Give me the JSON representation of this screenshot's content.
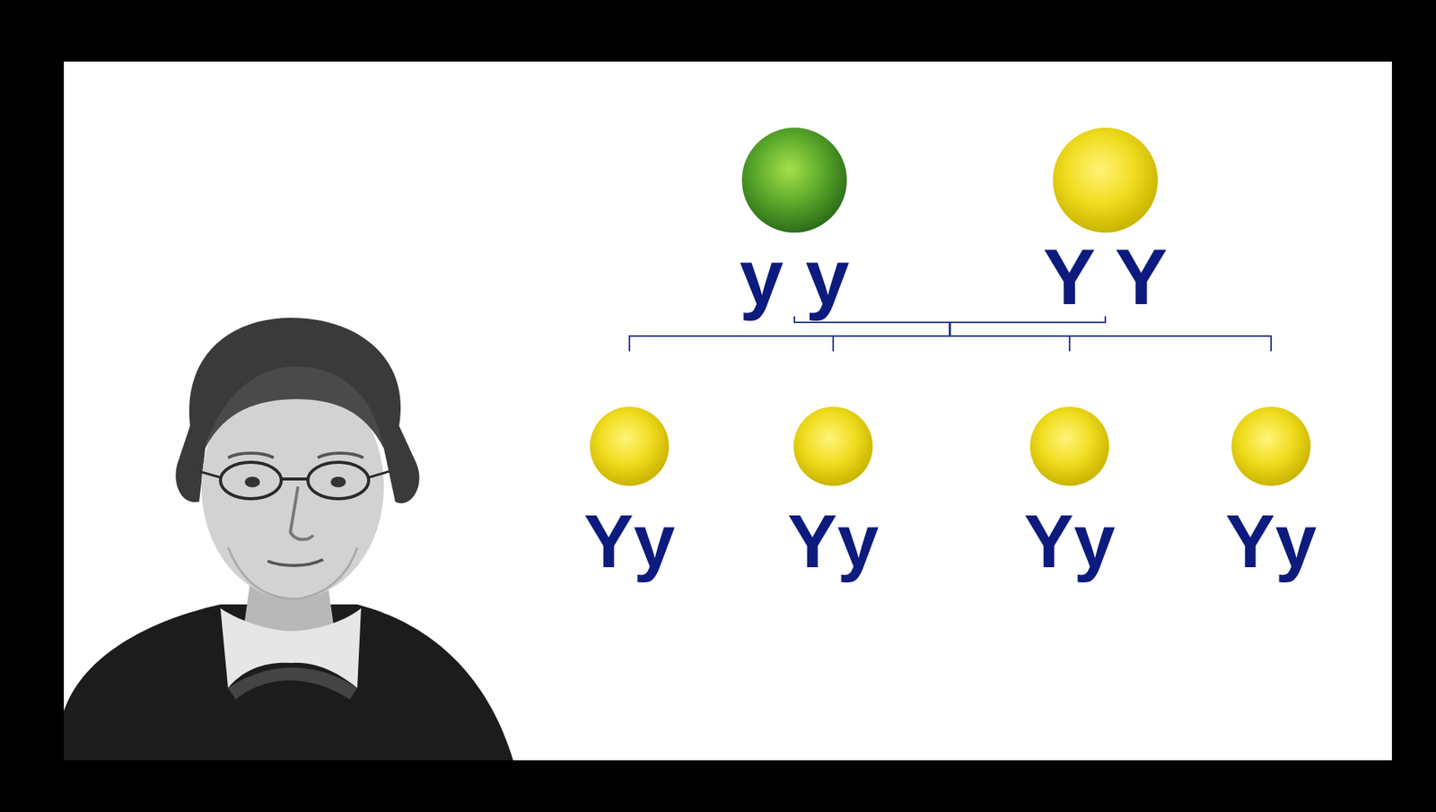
{
  "diagram": {
    "nodes": [
      {
        "text": [
          "y y"
        ]
      },
      {
        "text": [
          "Y Y"
        ]
      },
      {
        "text": [
          "Yy"
        ]
      },
      {
        "text": [
          "Yy"
        ]
      },
      {
        "text": [
          "Yy"
        ]
      },
      {
        "text": [
          "Yy"
        ]
      }
    ],
    "edges": [
      {
        "from": 0,
        "to": 2,
        "arrow": "none"
      },
      {
        "from": 0,
        "to": 3,
        "arrow": "none"
      },
      {
        "from": 0,
        "to": 4,
        "arrow": "none"
      },
      {
        "from": 0,
        "to": 5,
        "arrow": "none"
      },
      {
        "from": 1,
        "to": 2,
        "arrow": "none"
      },
      {
        "from": 1,
        "to": 3,
        "arrow": "none"
      },
      {
        "from": 1,
        "to": 4,
        "arrow": "none"
      },
      {
        "from": 1,
        "to": 5,
        "arrow": "none"
      }
    ]
  }
}
